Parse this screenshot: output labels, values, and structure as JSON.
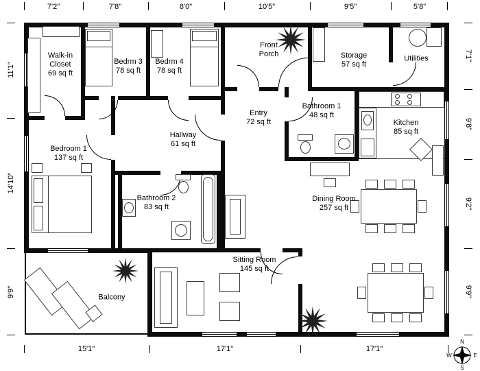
{
  "rooms": [
    {
      "name": "Walk-in Closet",
      "area": "69 sq ft"
    },
    {
      "name": "Bedrm 3",
      "area": "78 sq ft"
    },
    {
      "name": "Bedrm 4",
      "area": "78 sq ft"
    },
    {
      "name": "Front Porch",
      "area": ""
    },
    {
      "name": "Storage",
      "area": "57 sq ft"
    },
    {
      "name": "Utilities",
      "area": ""
    },
    {
      "name": "Entry",
      "area": "72 sq ft"
    },
    {
      "name": "Bathroom 1",
      "area": "48 sq ft"
    },
    {
      "name": "Kitchen",
      "area": "85 sq ft"
    },
    {
      "name": "Bedroom 1",
      "area": "137 sq ft"
    },
    {
      "name": "Hallway",
      "area": "61 sq ft"
    },
    {
      "name": "Bathroom 2",
      "area": "83 sq ft"
    },
    {
      "name": "Dining Room",
      "area": "257 sq ft"
    },
    {
      "name": "Sitting Room",
      "area": "145 sq ft"
    },
    {
      "name": "Balcony",
      "area": ""
    }
  ],
  "dimensions": {
    "top": [
      "7'2\"",
      "7'8\"",
      "8'0\"",
      "10'5\"",
      "9'5\"",
      "5'8\""
    ],
    "left": [
      "11'1\"",
      "14'10\"",
      "9'9\""
    ],
    "right": [
      "7'1\"",
      "9'8\"",
      "9'2\"",
      "9'9\""
    ],
    "bottom": [
      "15'1\"",
      "17'1\"",
      "17'1\""
    ]
  },
  "compass": {
    "north": "N",
    "south": "S",
    "east": "E",
    "west": "W"
  },
  "colors": {
    "wall": "#0c0c0c",
    "background": "#ffffff",
    "furniture_line": "#3a3a3a"
  }
}
